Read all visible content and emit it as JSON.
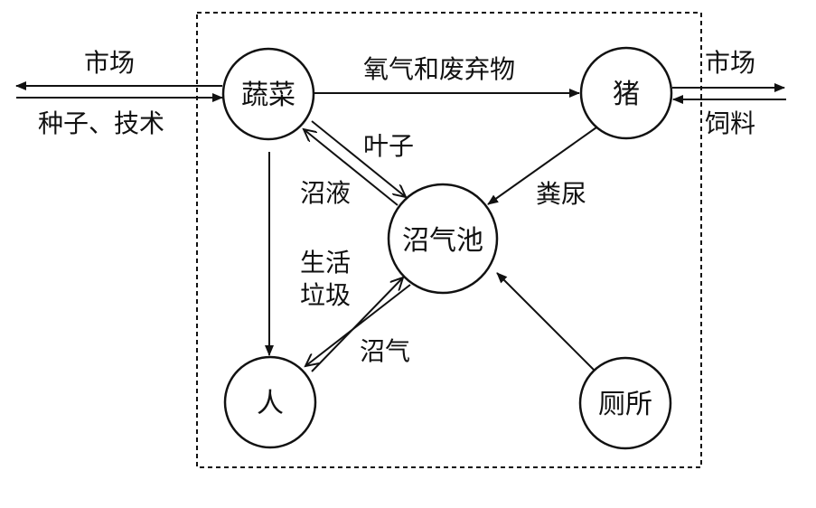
{
  "nodes": {
    "vegetables": "蔬菜",
    "pig": "猪",
    "biogas_pool": "沼气池",
    "people": "人",
    "toilet": "厕所"
  },
  "edges": {
    "oxygen_waste": "氧气和废弃物",
    "leaves": "叶子",
    "biogas_slurry": "沼液",
    "manure": "粪尿",
    "garbage_line1": "生活",
    "garbage_line2": "垃圾",
    "biogas": "沼气"
  },
  "outside": {
    "market_left": "市场",
    "seeds_tech": "种子、技术",
    "market_right": "市场",
    "feed": "饲料"
  },
  "colors": {
    "stroke": "#111111",
    "background": "#ffffff"
  }
}
